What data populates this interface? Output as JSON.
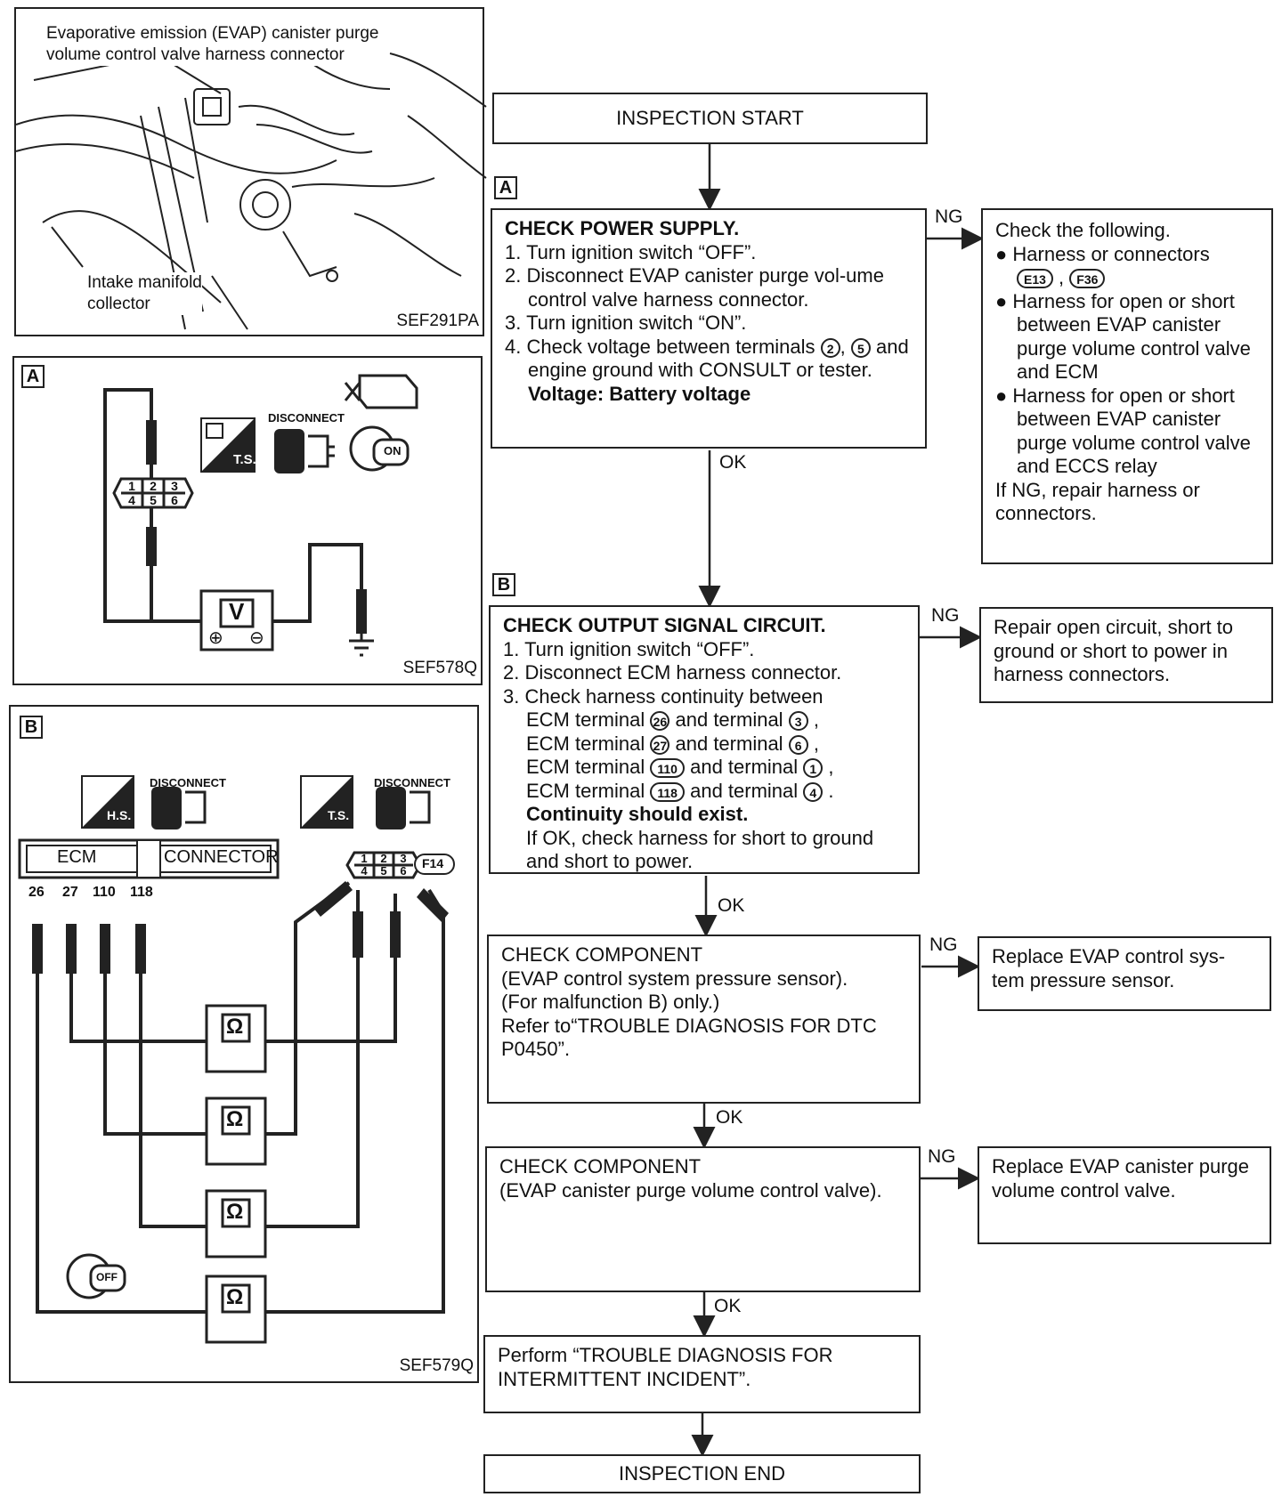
{
  "figures": {
    "engine": {
      "callout_top": "Evaporative emission (EVAP) canister purge",
      "callout_top2": "volume control valve harness connector",
      "callout_bottom": "Intake manifold",
      "callout_bottom2": "collector",
      "code": "SEF291PA"
    },
    "a": {
      "tag": "A",
      "disconnect": "DISCONNECT",
      "ts": "T.S.",
      "meter": "V",
      "key": "ON",
      "plus": "⊕",
      "minus": "⊖",
      "pins": [
        "1",
        "2",
        "3",
        "4",
        "5",
        "6"
      ],
      "code": "SEF578Q"
    },
    "b": {
      "tag": "B",
      "disconnect1": "DISCONNECT",
      "disconnect2": "DISCONNECT",
      "hs": "H.S.",
      "ts": "T.S.",
      "ecm": "ECM",
      "connector": "CONNECTOR",
      "conn_id": "F14",
      "terminals": [
        "26",
        "27",
        "110",
        "118"
      ],
      "pins": [
        "1",
        "2",
        "3",
        "4",
        "5",
        "6"
      ],
      "meter": "Ω",
      "key": "OFF",
      "code": "SEF579Q"
    }
  },
  "flow": {
    "start": "INSPECTION START",
    "end": "INSPECTION END",
    "ok": "OK",
    "ng": "NG",
    "step_a": {
      "tag": "A",
      "title": "CHECK POWER SUPPLY.",
      "s1": "1. Turn ignition switch “OFF”.",
      "s2": "2. Disconnect EVAP canister purge vol-ume control valve harness connector.",
      "s3": "3. Turn ignition switch “ON”.",
      "s4a": "4. Check voltage between terminals",
      "t2": "2",
      "t5": "5",
      "s4b": "and engine ground with CONSULT or tester.",
      "voltage": "Voltage: Battery voltage"
    },
    "ng_a": {
      "intro": "Check the following.",
      "b1": "Harness or connectors",
      "e13": "E13",
      "f36": "F36",
      "b2": "Harness for open or short between EVAP canister purge volume control valve and ECM",
      "b3": "Harness for open or short between EVAP canister purge volume control valve and ECCS relay",
      "outro": "If NG, repair harness or connectors."
    },
    "step_b": {
      "tag": "B",
      "title": "CHECK OUTPUT SIGNAL CIRCUIT.",
      "s1": "1. Turn ignition switch “OFF”.",
      "s2": "2. Disconnect ECM harness connector.",
      "s3": "3. Check harness continuity between",
      "ecm_term": "ECM terminal",
      "and_term": "and terminal",
      "rows": [
        {
          "ecm": "26",
          "t": "3",
          "end": ","
        },
        {
          "ecm": "27",
          "t": "6",
          "end": ","
        },
        {
          "ecm": "110",
          "t": "1",
          "end": ","
        },
        {
          "ecm": "118",
          "t": "4",
          "end": "."
        }
      ],
      "continuity": "Continuity should exist.",
      "s_ok": "If OK, check harness for short to ground and short to power."
    },
    "ng_b": "Repair open circuit, short to ground or short to power in harness connectors.",
    "comp1": {
      "l1": "CHECK COMPONENT",
      "l2": "(EVAP control system pressure sensor).",
      "l3": "(For malfunction B) only.)",
      "l4": "Refer to“TROUBLE DIAGNOSIS FOR DTC P0450”."
    },
    "ng_c1": "Replace EVAP control sys-tem pressure sensor.",
    "comp2": {
      "l1": "CHECK COMPONENT",
      "l2": "(EVAP canister purge volume control valve)."
    },
    "ng_c2": "Replace EVAP canister purge volume control valve.",
    "perform": "Perform “TROUBLE DIAGNOSIS FOR INTERMITTENT INCIDENT”."
  }
}
